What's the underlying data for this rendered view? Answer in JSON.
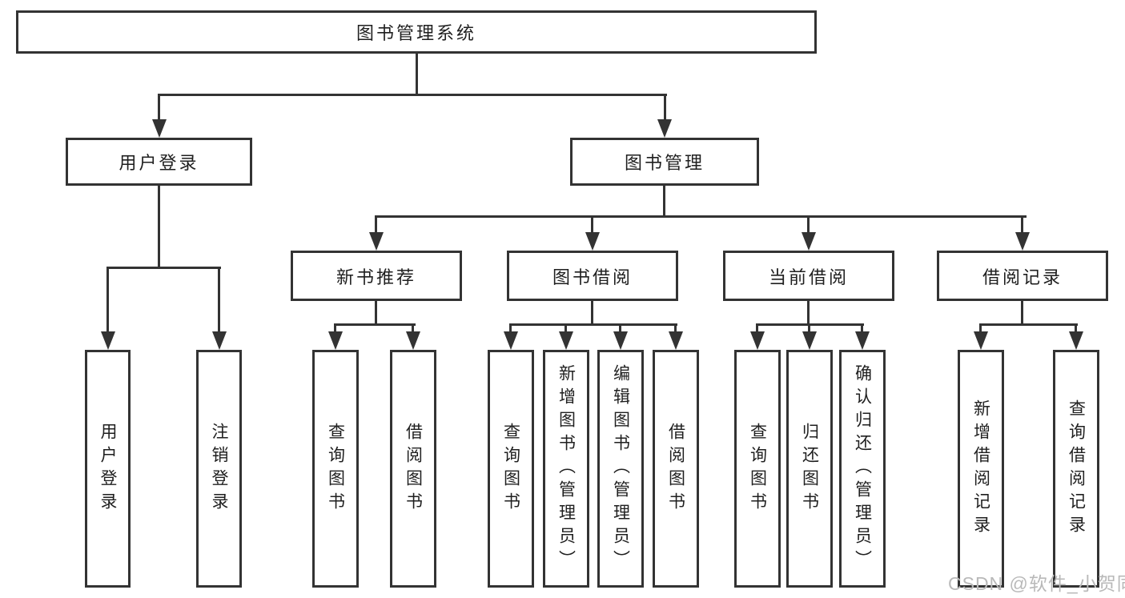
{
  "tree": {
    "root": {
      "label": "图书管理系统"
    },
    "branches": [
      {
        "label": "用户登录",
        "children": [
          {
            "label": "用户登录"
          },
          {
            "label": "注销登录"
          }
        ]
      },
      {
        "label": "图书管理",
        "sections": [
          {
            "label": "新书推荐",
            "children": [
              {
                "label": "查询图书"
              },
              {
                "label": "借阅图书"
              }
            ]
          },
          {
            "label": "图书借阅",
            "children": [
              {
                "label": "查询图书"
              },
              {
                "label": "新增图书（管理员）"
              },
              {
                "label": "编辑图书（管理员）"
              },
              {
                "label": "借阅图书"
              }
            ]
          },
          {
            "label": "当前借阅",
            "children": [
              {
                "label": "查询图书"
              },
              {
                "label": "归还图书"
              },
              {
                "label": "确认归还（管理员）"
              }
            ]
          },
          {
            "label": "借阅记录",
            "children": [
              {
                "label": "新增借阅记录"
              },
              {
                "label": "查询借阅记录"
              }
            ]
          }
        ]
      }
    ]
  },
  "watermark": {
    "text": "CSDN @软件_小贺同学"
  },
  "colors": {
    "line": "#333333",
    "border": "#333333",
    "text": "#1f1f1f",
    "background": "#ffffff",
    "watermark": "#b9b9b9"
  }
}
